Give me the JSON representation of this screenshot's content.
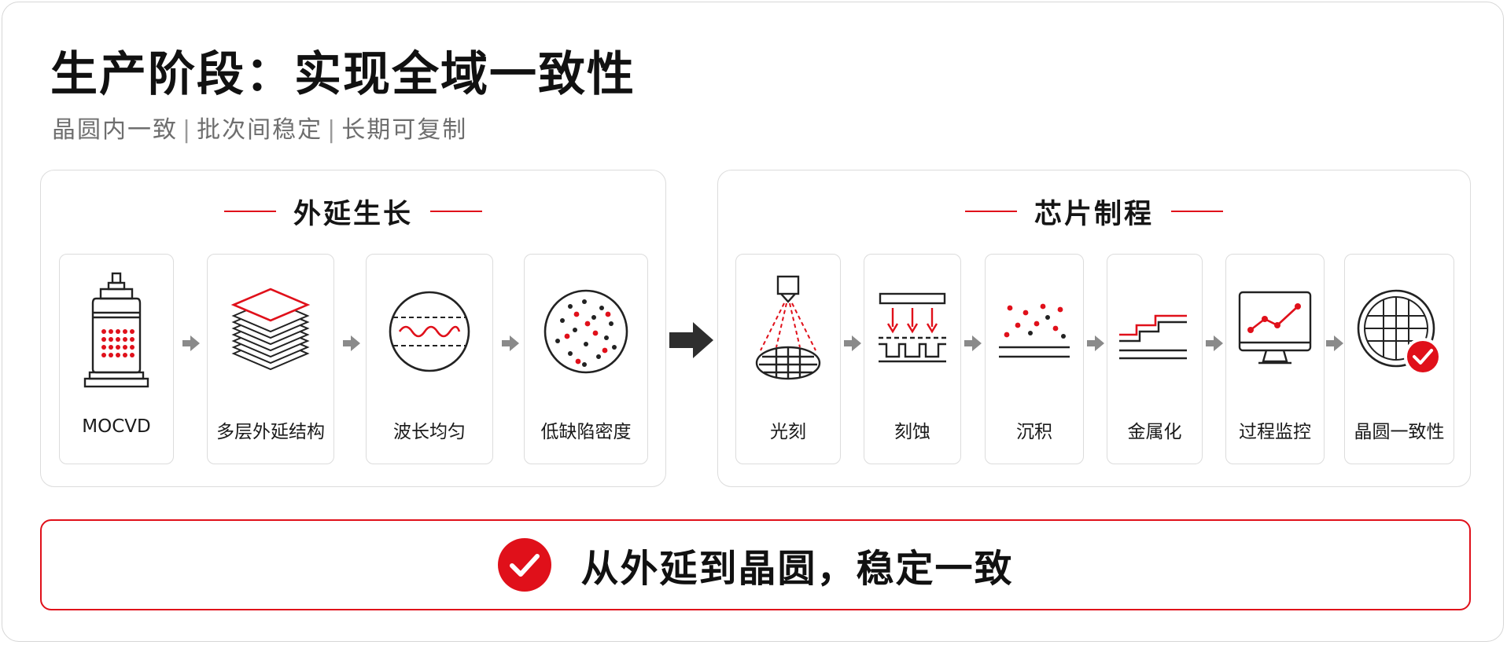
{
  "header": {
    "title": "生产阶段：实现全域一致性",
    "subtitle_parts": [
      "晶圆内一致",
      "批次间稳定",
      "长期可复制"
    ],
    "separator": "|"
  },
  "panels": {
    "epitaxy": {
      "title": "外延生长",
      "steps": [
        {
          "label": "MOCVD",
          "icon": "mocvd-reactor-icon"
        },
        {
          "label": "多层外延结构",
          "icon": "layer-stack-icon"
        },
        {
          "label": "波长均匀",
          "icon": "wavelength-wave-icon"
        },
        {
          "label": "低缺陷密度",
          "icon": "defect-wafer-icon"
        }
      ]
    },
    "chip": {
      "title": "芯片制程",
      "steps": [
        {
          "label": "光刻",
          "icon": "lithography-icon"
        },
        {
          "label": "刻蚀",
          "icon": "etching-icon"
        },
        {
          "label": "沉积",
          "icon": "deposition-icon"
        },
        {
          "label": "金属化",
          "icon": "metallization-icon"
        },
        {
          "label": "过程监控",
          "icon": "monitor-chart-icon"
        },
        {
          "label": "晶圆一致性",
          "icon": "wafer-check-icon"
        }
      ]
    }
  },
  "banner": {
    "text": "从外延到晶圆，稳定一致",
    "icon": "check-circle-icon"
  },
  "colors": {
    "accent": "#e0101a",
    "text": "#1a1a1a",
    "muted": "#6e6e6e",
    "border": "#dcdcdc",
    "arrow": "#8a8a8a",
    "dark_arrow": "#2e2e2e"
  }
}
